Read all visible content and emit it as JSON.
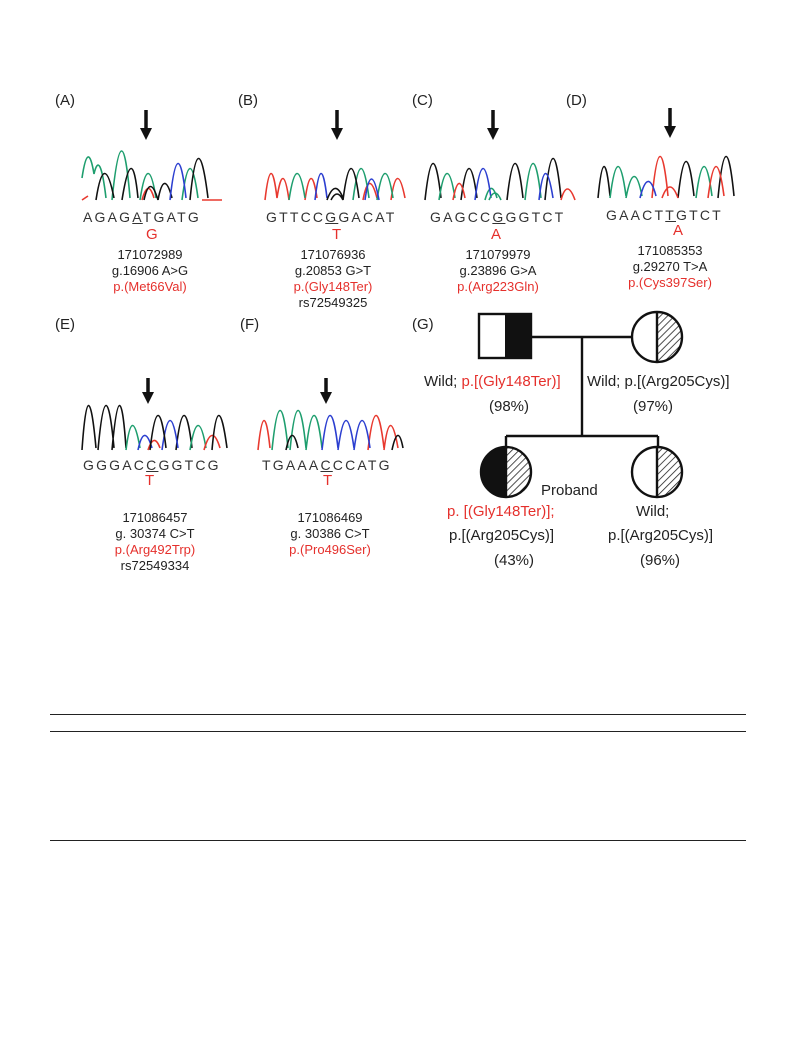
{
  "panels": [
    {
      "label": "(A)",
      "seq_pre": "AGAG",
      "seq_mid": "A",
      "seq_post": "TGATG",
      "alt": "G",
      "pos": "171072989",
      "g": "g.16906 A>G",
      "p": "p.(Met66Val)",
      "rs": ""
    },
    {
      "label": "(B)",
      "seq_pre": "GTTCC",
      "seq_mid": "G",
      "seq_post": "GACAT",
      "alt": "T",
      "pos": "171076936",
      "g": "g.20853 G>T",
      "p": "p.(Gly148Ter)",
      "rs": "rs72549325"
    },
    {
      "label": "(C)",
      "seq_pre": "GAGCC",
      "seq_mid": "G",
      "seq_post": "GGTCT",
      "alt": "A",
      "pos": "171079979",
      "g": "g.23896 G>A",
      "p": "p.(Arg223Gln)",
      "rs": ""
    },
    {
      "label": "(D)",
      "seq_pre": "GAACT",
      "seq_mid": "T",
      "seq_post": "GTCT",
      "alt": "A",
      "pos": "171085353",
      "g": "g.29270 T>A",
      "p": "p.(Cys397Ser)",
      "rs": ""
    },
    {
      "label": "(E)",
      "seq_pre": "GGGAC",
      "seq_mid": "C",
      "seq_post": "GGTCG",
      "alt": "T",
      "pos": "171086457",
      "g": "g. 30374 C>T",
      "p": "p.(Arg492Trp)",
      "rs": "rs72549334"
    },
    {
      "label": "(F)",
      "seq_pre": "TGAAA",
      "seq_mid": "C",
      "seq_post": "CCATG",
      "alt": "T",
      "pos": "171086469",
      "g": "g. 30386 C>T",
      "p": "p.(Pro496Ser)",
      "rs": ""
    }
  ],
  "pedigree": {
    "label": "(G)",
    "father": {
      "wild": "Wild; ",
      "variant": "p.[(Gly148Ter)]",
      "pct": "(98%)"
    },
    "mother": {
      "text": "Wild; p.[(Arg205Cys)]",
      "pct": "(97%)"
    },
    "proband": {
      "tag": "Proband",
      "line1": "p. [(Gly148Ter)];",
      "line2": "p.[(Arg205Cys)]",
      "pct": "(43%)"
    },
    "sibling": {
      "line1": "Wild;",
      "line2": "p.[(Arg205Cys)]",
      "pct": "(96%)"
    }
  },
  "colors": {
    "variant_red": "#e5302c",
    "trace_green": "#1e9e6e",
    "trace_blue": "#2c3fd0",
    "trace_red": "#e8392f",
    "trace_black": "#111111"
  }
}
